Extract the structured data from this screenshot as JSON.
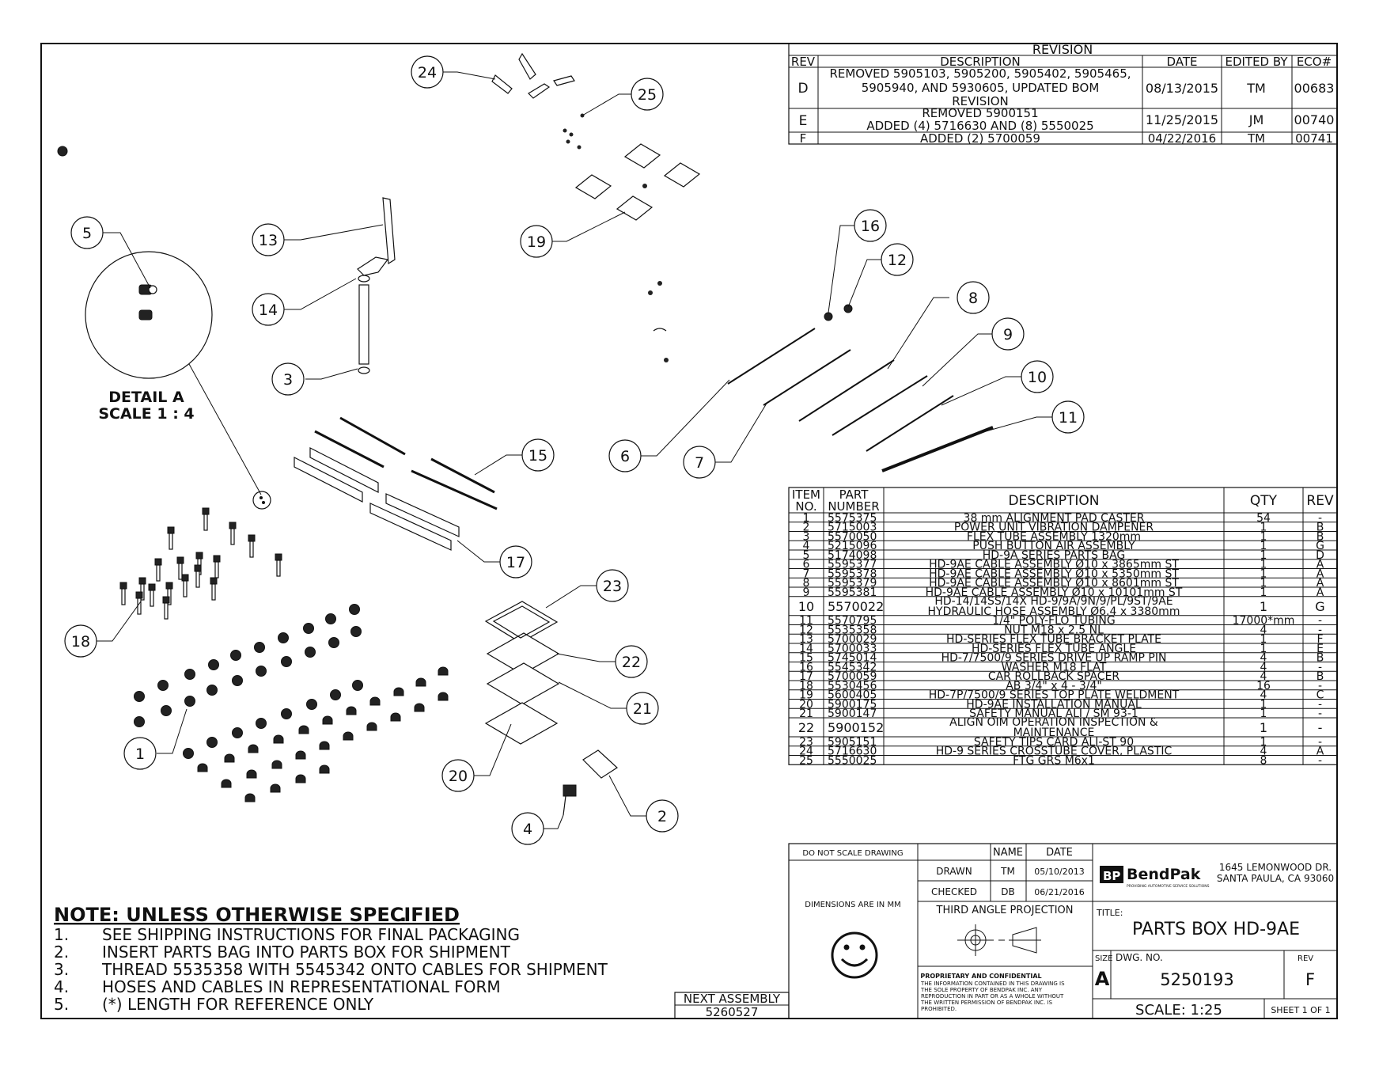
{
  "revision_block": {
    "title": "REVISION",
    "headers": [
      "REV",
      "DESCRIPTION",
      "DATE",
      "EDITED BY",
      "ECO#"
    ],
    "rows": [
      {
        "rev": "D",
        "desc_lines": [
          "REMOVED 5905103, 5905200, 5905402, 5905465,",
          "5905940, AND 5930605, UPDATED BOM",
          "REVISION"
        ],
        "date": "08/13/2015",
        "edited_by": "TM",
        "eco": "00683"
      },
      {
        "rev": "E",
        "desc_lines": [
          "REMOVED 5900151",
          "ADDED (4) 5716630 AND (8) 5550025"
        ],
        "date": "11/25/2015",
        "edited_by": "JM",
        "eco": "00740"
      },
      {
        "rev": "F",
        "desc_lines": [
          "ADDED (2) 5700059"
        ],
        "date": "04/22/2016",
        "edited_by": "TM",
        "eco": "00741"
      }
    ]
  },
  "bom": {
    "headers": {
      "item": [
        "ITEM",
        "NO."
      ],
      "part": [
        "PART",
        "NUMBER"
      ],
      "desc": "DESCRIPTION",
      "qty": "QTY",
      "rev": "REV"
    },
    "rows": [
      {
        "item": "1",
        "part": "5575375",
        "desc": [
          "38 mm ALIGNMENT PAD CASTER"
        ],
        "qty": "54",
        "rev": "-"
      },
      {
        "item": "2",
        "part": "5715003",
        "desc": [
          "POWER UNIT VIBRATION DAMPENER"
        ],
        "qty": "1",
        "rev": "B"
      },
      {
        "item": "3",
        "part": "5570050",
        "desc": [
          "FLEX TUBE ASSEMBLY 1320mm"
        ],
        "qty": "1",
        "rev": "B"
      },
      {
        "item": "4",
        "part": "5215096",
        "desc": [
          "PUSH BUTTON AIR ASSEMBLY"
        ],
        "qty": "1",
        "rev": "G"
      },
      {
        "item": "5",
        "part": "5174098",
        "desc": [
          "HD-9A SERIES PARTS BAG"
        ],
        "qty": "1",
        "rev": "D"
      },
      {
        "item": "6",
        "part": "5595377",
        "desc": [
          "HD-9AE CABLE ASSEMBLY Ø10 x 3865mm ST"
        ],
        "qty": "1",
        "rev": "A"
      },
      {
        "item": "7",
        "part": "5595378",
        "desc": [
          "HD-9AE CABLE ASSEMBLY Ø10 x 5350mm ST"
        ],
        "qty": "1",
        "rev": "A"
      },
      {
        "item": "8",
        "part": "5595379",
        "desc": [
          "HD-9AE CABLE ASSEMBLY Ø10 x 8601mm ST"
        ],
        "qty": "1",
        "rev": "A"
      },
      {
        "item": "9",
        "part": "5595381",
        "desc": [
          "HD-9AE CABLE ASSEMBLY Ø10 x 10101mm ST"
        ],
        "qty": "1",
        "rev": "A"
      },
      {
        "item": "10",
        "part": "5570022",
        "desc": [
          "HD-14/14SS/14X HD-9/9A/9N/9/PL/9ST/9AE",
          "HYDRAULIC HOSE ASSEMBLY Ø6.4 x 3380mm"
        ],
        "qty": "1",
        "rev": "G"
      },
      {
        "item": "11",
        "part": "5570795",
        "desc": [
          "1/4\" POLY-FLO TUBING"
        ],
        "qty": "17000*mm",
        "rev": "-"
      },
      {
        "item": "12",
        "part": "5535358",
        "desc": [
          "NUT M18 x 2.5 NL"
        ],
        "qty": "4",
        "rev": "-"
      },
      {
        "item": "13",
        "part": "5700029",
        "desc": [
          "HD-SERIES FLEX TUBE BRACKET PLATE"
        ],
        "qty": "1",
        "rev": "F"
      },
      {
        "item": "14",
        "part": "5700033",
        "desc": [
          "HD-SERIES FLEX TUBE ANGLE"
        ],
        "qty": "1",
        "rev": "E"
      },
      {
        "item": "15",
        "part": "5745014",
        "desc": [
          "HD-7/7500/9 SERIES DRIVE UP RAMP PIN"
        ],
        "qty": "4",
        "rev": "B"
      },
      {
        "item": "16",
        "part": "5545342",
        "desc": [
          "WASHER M18 FLAT"
        ],
        "qty": "4",
        "rev": "-"
      },
      {
        "item": "17",
        "part": "5700059",
        "desc": [
          "CAR ROLLBACK SPACER"
        ],
        "qty": "4",
        "rev": "B"
      },
      {
        "item": "18",
        "part": "5530456",
        "desc": [
          "AB 3/4\" x 4 - 3/4\""
        ],
        "qty": "16",
        "rev": "-"
      },
      {
        "item": "19",
        "part": "5600405",
        "desc": [
          "HD-7P/7500/9 SERIES TOP PLATE WELDMENT"
        ],
        "qty": "4",
        "rev": "C"
      },
      {
        "item": "20",
        "part": "5900175",
        "desc": [
          "HD-9AE INSTALLATION MANUAL"
        ],
        "qty": "1",
        "rev": "-"
      },
      {
        "item": "21",
        "part": "5900147",
        "desc": [
          "SAFETY MANUAL ALI / SM 93-1"
        ],
        "qty": "1",
        "rev": "-"
      },
      {
        "item": "22",
        "part": "5900152",
        "desc": [
          "ALIGN OIM OPERATION INSPECTION &",
          "MAINTENANCE"
        ],
        "qty": "1",
        "rev": "-"
      },
      {
        "item": "23",
        "part": "5905151",
        "desc": [
          "SAFETY TIPS CARD ALI-ST 90"
        ],
        "qty": "1",
        "rev": "-"
      },
      {
        "item": "24",
        "part": "5716630",
        "desc": [
          "HD-9 SERIES CROSSTUBE COVER, PLASTIC"
        ],
        "qty": "4",
        "rev": "A"
      },
      {
        "item": "25",
        "part": "5550025",
        "desc": [
          "FTG GRS M6x1"
        ],
        "qty": "8",
        "rev": "-"
      }
    ]
  },
  "balloons": [
    "1",
    "2",
    "3",
    "4",
    "5",
    "6",
    "7",
    "8",
    "9",
    "10",
    "11",
    "12",
    "13",
    "14",
    "15",
    "16",
    "17",
    "18",
    "19",
    "20",
    "21",
    "22",
    "23",
    "24",
    "25"
  ],
  "detail": {
    "line1": "DETAIL A",
    "line2": "SCALE 1 : 4"
  },
  "notes": {
    "heading": "NOTE: UNLESS OTHERWISE SPECIFIED",
    "items": [
      {
        "num": "1.",
        "text": "SEE SHIPPING INSTRUCTIONS FOR FINAL PACKAGING"
      },
      {
        "num": "2.",
        "text": "INSERT PARTS BAG INTO PARTS BOX FOR SHIPMENT"
      },
      {
        "num": "3.",
        "text": "THREAD 5535358 WITH 5545342 ONTO CABLES FOR SHIPMENT"
      },
      {
        "num": "4.",
        "text": "HOSES AND CABLES IN REPRESENTATIONAL FORM"
      },
      {
        "num": "5.",
        "text": "(*) LENGTH FOR REFERENCE ONLY"
      }
    ]
  },
  "next_assembly": {
    "label": "NEXT ASSEMBLY",
    "value": "5260527"
  },
  "title_block": {
    "do_not_scale": "DO NOT SCALE DRAWING",
    "dimensions": "DIMENSIONS ARE IN MM",
    "name_header": "NAME",
    "date_header": "DATE",
    "drawn_label": "DRAWN",
    "drawn_name": "TM",
    "drawn_date": "05/10/2013",
    "checked_label": "CHECKED",
    "checked_name": "DB",
    "checked_date": "06/21/2016",
    "projection": "THIRD ANGLE PROJECTION",
    "proprietary_title": "PROPRIETARY AND CONFIDENTIAL",
    "proprietary_lines": [
      "THE INFORMATION CONTAINED IN THIS DRAWING IS",
      "THE SOLE PROPERTY OF BENDPAK INC. ANY",
      "REPRODUCTION IN PART OR AS A WHOLE WITHOUT",
      "THE WRITTEN PERMISSION OF BENDPAK INC. IS",
      "PROHIBITED."
    ],
    "company": "BendPak",
    "tagline": "PROVIDING AUTOMOTIVE SERVICE SOLUTIONS",
    "address_line1": "1645 LEMONWOOD DR.",
    "address_line2": "SANTA PAULA, CA 93060",
    "title_label": "TITLE:",
    "title": "PARTS BOX HD-9AE",
    "size_label": "SIZE",
    "size": "A",
    "dwg_label": "DWG. NO.",
    "dwg_no": "5250193",
    "rev_label": "REV",
    "rev": "F",
    "scale": "SCALE: 1:25",
    "sheet": "SHEET 1 OF 1"
  }
}
